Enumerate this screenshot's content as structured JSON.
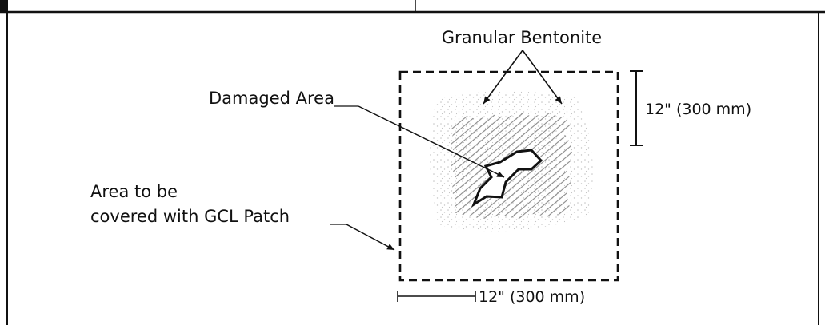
{
  "diagram": {
    "labels": {
      "granular_bentonite": "Granular Bentonite",
      "damaged_area": "Damaged Area",
      "area_line1": "Area to be",
      "area_line2": "covered with GCL Patch",
      "dim_vertical": "12\" (300 mm)",
      "dim_horizontal": "12\" (300 mm)"
    },
    "colors": {
      "line": "#111111",
      "hatch": "#8a8a8a",
      "speckle": "#c4c4c4",
      "background": "#ffffff"
    }
  }
}
